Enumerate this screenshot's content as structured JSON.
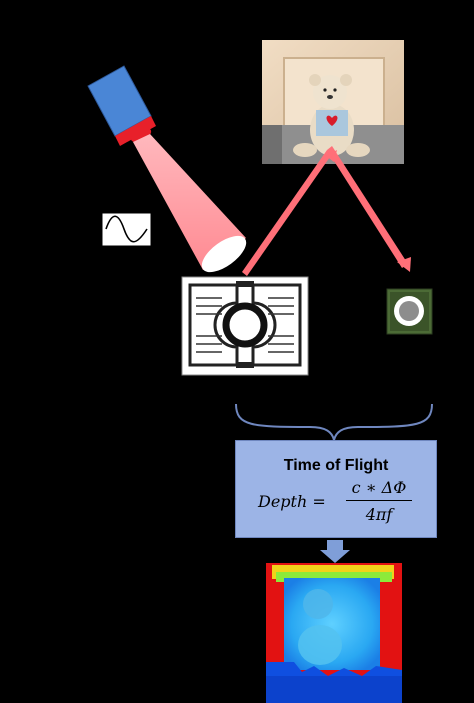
{
  "tof_box": {
    "title": "Time of Flight",
    "lhs": "Depth =",
    "numerator": "c ∗ ΔΦ",
    "denominator": "4πf"
  },
  "colors": {
    "background": "#000000",
    "beam": "#ff9aa0",
    "reflection_arrow": "#ff6f78",
    "emitter_body": "#4a86d6",
    "emitter_lens": "#e8202a",
    "tof_box_fill": "#9cb4e6",
    "flow_arrow": "#7f9ed8",
    "receiver": "#4c6b36"
  },
  "icons": [
    "light-emitter-icon",
    "sine-wave-icon",
    "sensor-chip-icon",
    "receiver-lens-icon",
    "teddy-bear-scene-photo",
    "depth-map-image"
  ]
}
